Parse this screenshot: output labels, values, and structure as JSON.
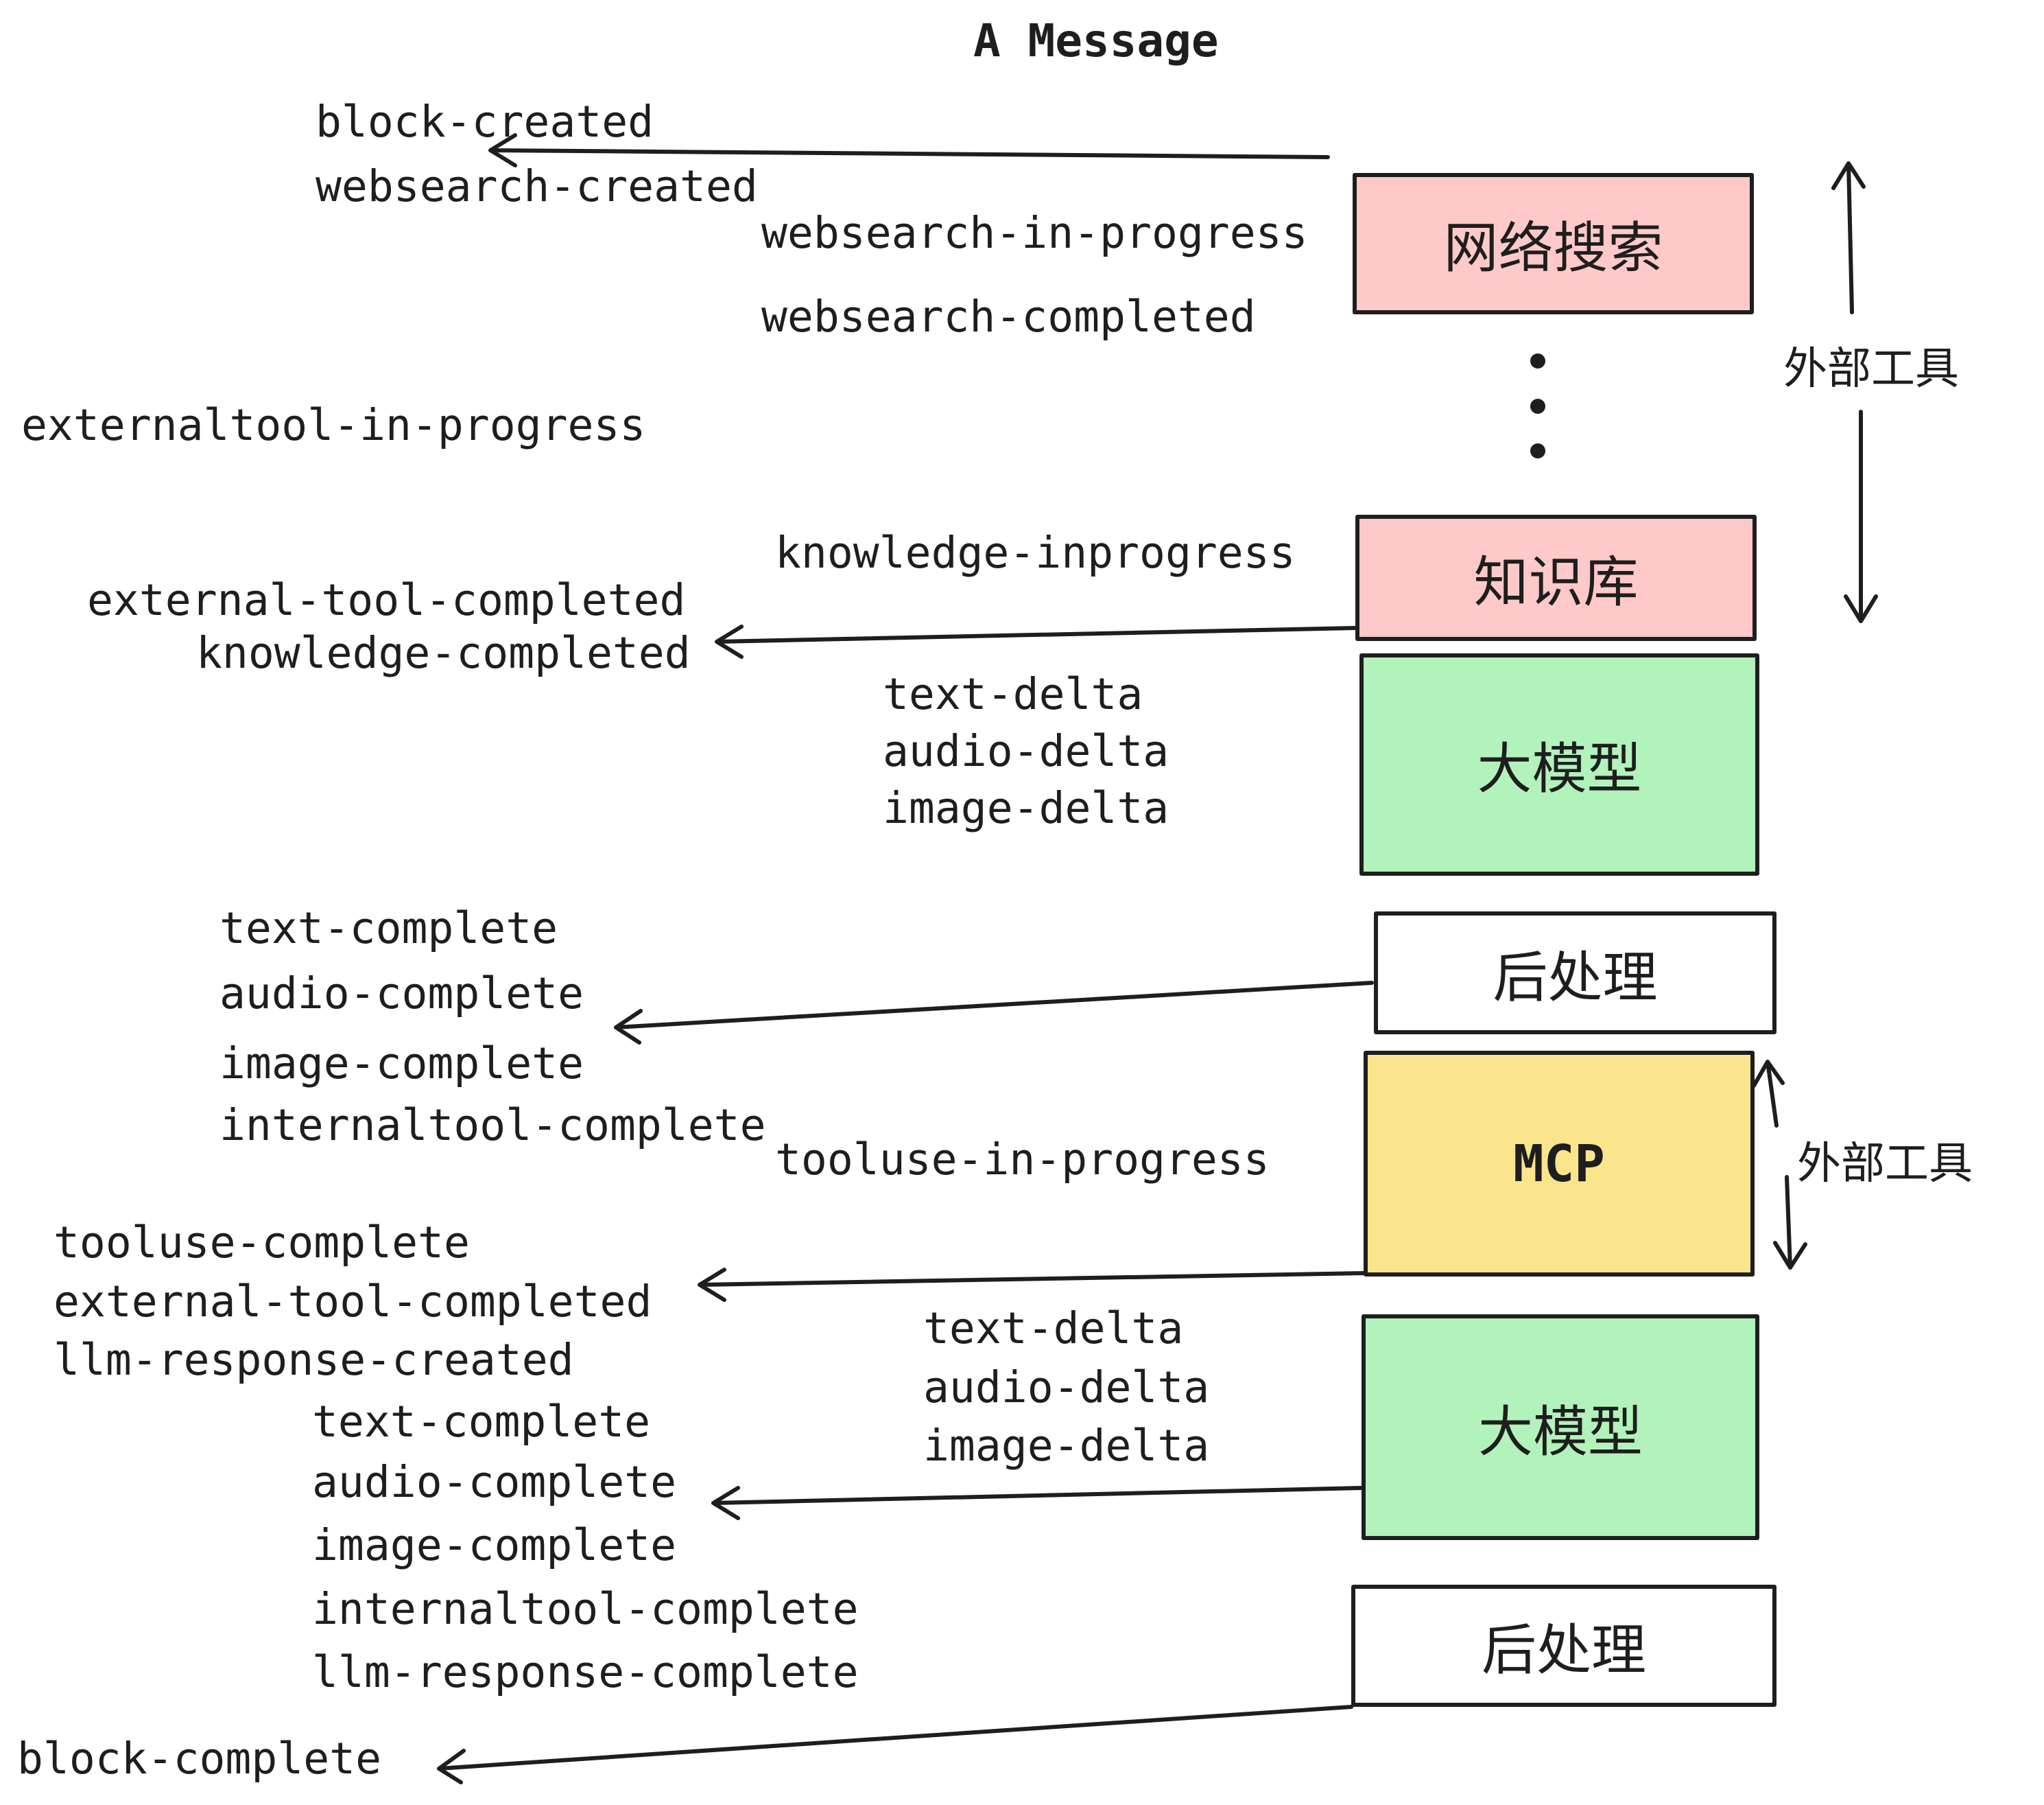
{
  "title": "A Message",
  "colors": {
    "ink": "#1e1e1e",
    "pink": "#FFC9C9",
    "green": "#B2F2BB",
    "yellow": "#FAE58C",
    "white": "#FFFFFF"
  },
  "boxes": {
    "websearch": {
      "label": "网络搜索",
      "color": "#FFC9C9"
    },
    "knowledge": {
      "label": "知识库",
      "color": "#FFC9C9"
    },
    "llm_1": {
      "label": "大模型",
      "color": "#B2F2BB"
    },
    "postprocess_1": {
      "label": "后处理",
      "color": "#FFFFFF"
    },
    "mcp": {
      "label": "MCP",
      "color": "#FAE58C"
    },
    "llm_2": {
      "label": "大模型",
      "color": "#B2F2BB"
    },
    "postprocess_2": {
      "label": "后处理",
      "color": "#FFFFFF"
    }
  },
  "side_labels": {
    "external_tools_top": "外部工具",
    "external_tools_mcp": "外部工具"
  },
  "events": {
    "block_created": "block-created",
    "websearch_created": "websearch-created",
    "websearch_in_progress": "websearch-in-progress",
    "websearch_completed": "websearch-completed",
    "externaltool_in_progress": "externaltool-in-progress",
    "knowledge_inprogress": "knowledge-inprogress",
    "external_tool_completed_1": "external-tool-completed",
    "knowledge_completed": "knowledge-completed",
    "text_delta_1": "text-delta",
    "audio_delta_1": "audio-delta",
    "image_delta_1": "image-delta",
    "text_complete_1": "text-complete",
    "audio_complete_1": "audio-complete",
    "image_complete_1": "image-complete",
    "internaltool_complete_1": "internaltool-complete",
    "tooluse_in_progress": "tooluse-in-progress",
    "tooluse_complete": "tooluse-complete",
    "external_tool_completed_2": "external-tool-completed",
    "llm_response_created": "llm-response-created",
    "text_complete_2": "text-complete",
    "audio_complete_2": "audio-complete",
    "text_delta_2": "text-delta",
    "audio_delta_2": "audio-delta",
    "image_delta_2": "image-delta",
    "image_complete_2": "image-complete",
    "internaltool_complete_2": "internaltool-complete",
    "llm_response_complete": "llm-response-complete",
    "block_complete": "block-complete"
  }
}
